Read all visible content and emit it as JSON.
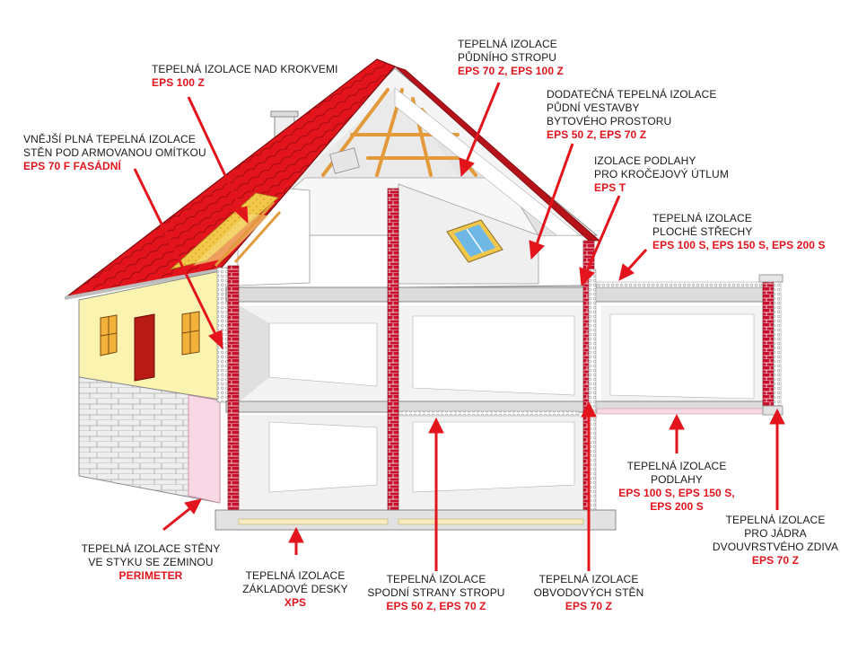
{
  "labels": {
    "krokve": {
      "lines": [
        "TEPELNÁ IZOLACE NAD KROKVEMI"
      ],
      "product": "EPS 100 Z"
    },
    "pudni_strop": {
      "lines": [
        "TEPELNÁ IZOLACE",
        "PŮDNÍHO STROPU"
      ],
      "product": "EPS 70 Z, EPS 100 Z"
    },
    "dodatecna": {
      "lines": [
        "DODATEČNÁ TEPELNÁ IZOLACE",
        "PŮDNÍ VESTAVBY",
        "BYTOVÉHO PROSTORU"
      ],
      "product": "EPS 50 Z, EPS 70 Z"
    },
    "vnejsi": {
      "lines": [
        "VNĚJŠÍ PLNÁ TEPELNÁ IZOLACE",
        "STĚN POD ARMOVANOU OMÍTKOU"
      ],
      "product": "EPS 70 F FASÁDNÍ"
    },
    "krocejovy": {
      "lines": [
        "IZOLACE PODLAHY",
        "PRO KROČEJOVÝ ÚTLUM"
      ],
      "product": "EPS T"
    },
    "ploche": {
      "lines": [
        "TEPELNÁ IZOLACE",
        "PLOCHÉ STŘECHY"
      ],
      "product": "EPS 100 S, EPS 150 S, EPS 200 S"
    },
    "podlahy": {
      "lines": [
        "TEPELNÁ IZOLACE",
        "PODLAHY"
      ],
      "product": "EPS 100 S, EPS 150 S,",
      "product2": "EPS 200 S"
    },
    "jadra": {
      "lines": [
        "TEPELNÁ IZOLACE",
        "PRO JÁDRA",
        "DVOUVRSTVÉHO ZDIVA"
      ],
      "product": "EPS 70 Z"
    },
    "perimeter": {
      "lines": [
        "TEPELNÁ IZOLACE STĚNY",
        "VE STYKU SE ZEMINOU"
      ],
      "product": "PERIMETER"
    },
    "zakladove": {
      "lines": [
        "TEPELNÁ IZOLACE",
        "ZÁKLADOVÉ DESKY"
      ],
      "product": "XPS"
    },
    "spodni": {
      "lines": [
        "TEPELNÁ IZOLACE",
        "SPODNÍ STRANY STROPU"
      ],
      "product": "EPS 50 Z, EPS 70 Z"
    },
    "obvodovych": {
      "lines": [
        "TEPELNÁ IZOLACE",
        "OBVODOVÝCH STĚN"
      ],
      "product": "EPS 70 Z"
    }
  },
  "colors": {
    "roof": "#e3141c",
    "brick": "#c8102e",
    "arrow": "#e3141c",
    "plaster": "#fbf3b0",
    "perimeter": "#f9d8e6",
    "insulation": "#f2c84a",
    "wood": "#e39a3a"
  }
}
